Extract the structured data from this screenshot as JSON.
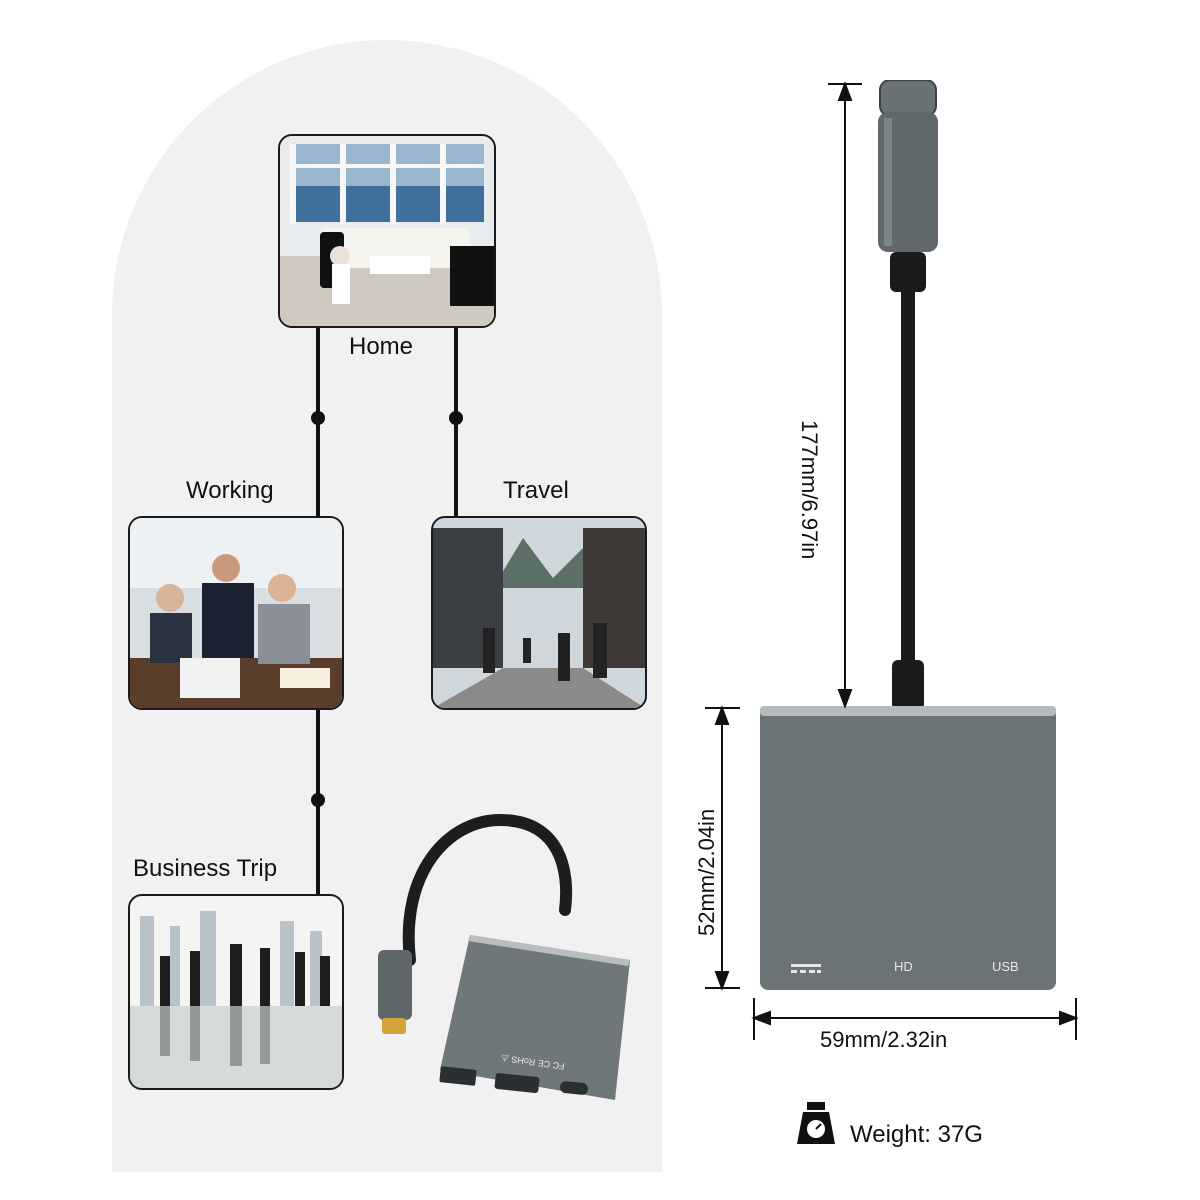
{
  "scenes": {
    "home": "Home",
    "working": "Working",
    "travel": "Travel",
    "business_trip": "Business Trip"
  },
  "dimensions": {
    "cable_length": "177mm/6.97in",
    "body_height": "52mm/2.04in",
    "body_width": "59mm/2.32in"
  },
  "weight": "Weight: 37G",
  "ports": {
    "left_port_label": "▬▬",
    "hd_label": "HD",
    "usb_label": "USB"
  },
  "adapter_marking": "FC CE RoHS ⚠",
  "colors": {
    "adapter_body": "#6b7376",
    "arch_background": "#f1f1f1",
    "line": "#111111"
  },
  "icons": [
    "weight-scale-icon"
  ]
}
